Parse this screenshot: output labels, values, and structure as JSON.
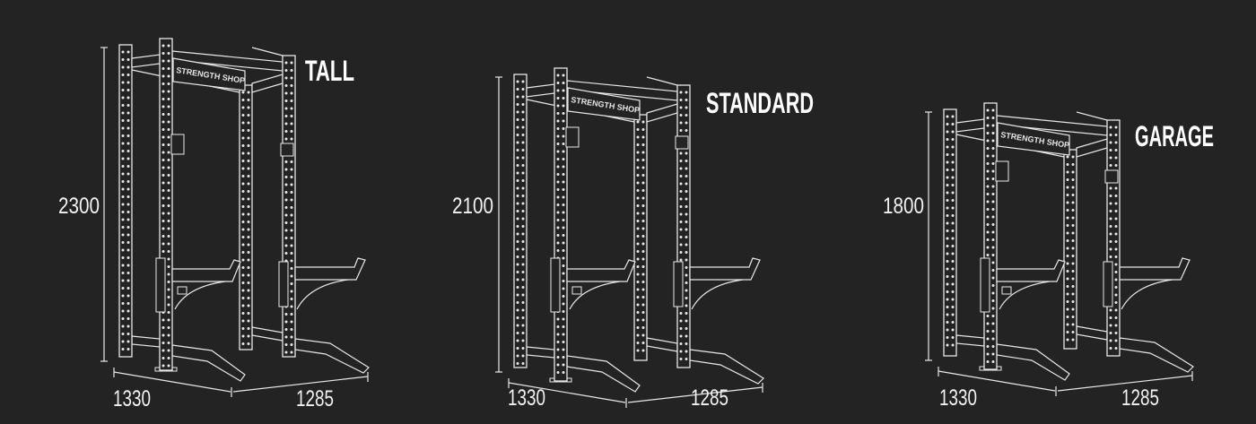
{
  "brand": "STRENGTH SHOP",
  "colors": {
    "background": "#232323",
    "line": "#e8e8e8"
  },
  "racks": [
    {
      "title": "TALL",
      "height": "2300",
      "depth": "1330",
      "width": "1285"
    },
    {
      "title": "STANDARD",
      "height": "2100",
      "depth": "1330",
      "width": "1285"
    },
    {
      "title": "GARAGE",
      "height": "1800",
      "depth": "1330",
      "width": "1285"
    }
  ]
}
